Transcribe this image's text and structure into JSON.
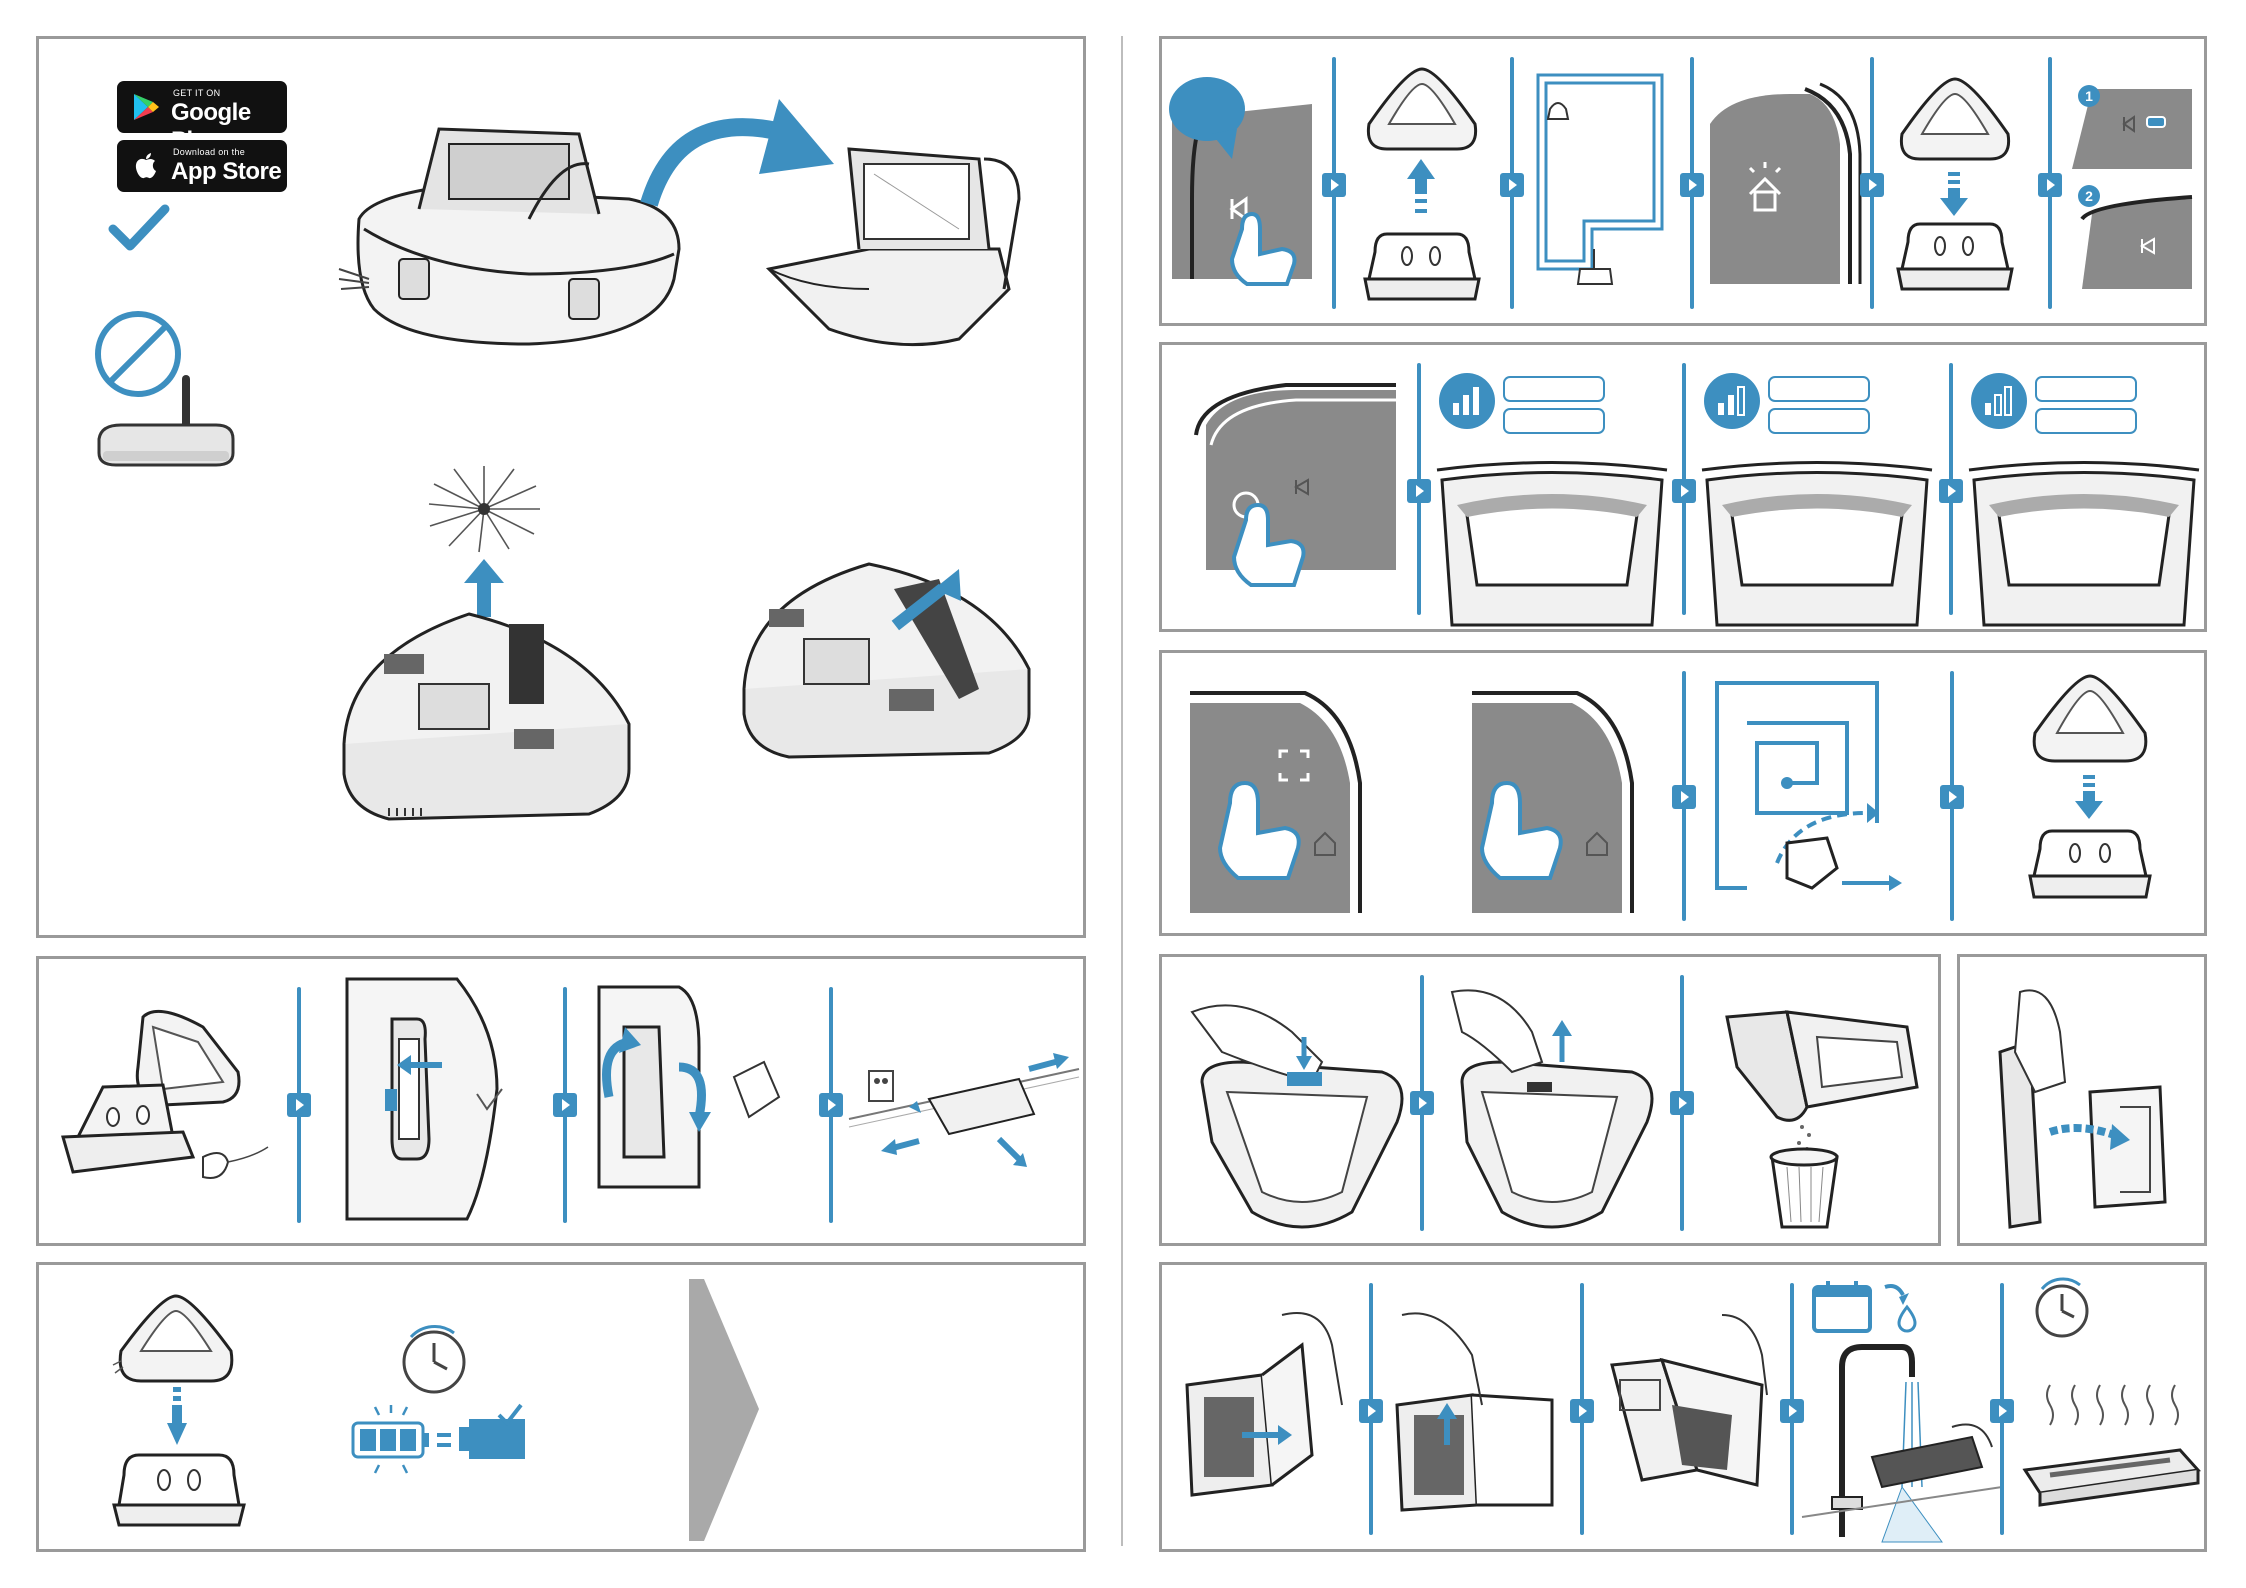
{
  "stores": {
    "google_small": "GET IT ON",
    "google_big": "Google Play",
    "apple_small": "Download on the",
    "apple_big": "App Store"
  },
  "colors": {
    "accent": "#3d8fc0",
    "frame": "#9a9a9a",
    "gray_arrow": "#a9a9a9"
  },
  "step_markers": [
    "1",
    "2"
  ],
  "icons": [
    "check-icon",
    "no-wifi-icon",
    "router-icon",
    "play-pause-icon",
    "home-icon",
    "signal-icon",
    "clock-icon",
    "battery-icon",
    "calendar-icon",
    "water-drop-icon",
    "spot-clean-icon"
  ]
}
